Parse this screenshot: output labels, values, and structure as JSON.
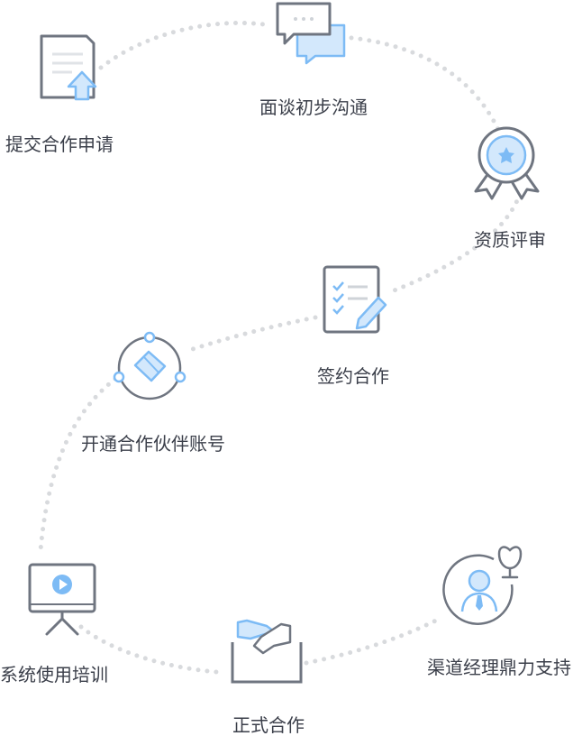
{
  "colors": {
    "stroke": "#6f7580",
    "accent": "#7dbbf5",
    "accent_light": "#d3e8fc",
    "dots": "#d8dadd",
    "text": "#3b3f4a"
  },
  "steps": [
    {
      "label": "提交合作申请",
      "icon": "document-upload-icon"
    },
    {
      "label": "面谈初步沟通",
      "icon": "chat-bubbles-icon"
    },
    {
      "label": "资质评审",
      "icon": "award-medal-icon"
    },
    {
      "label": "签约合作",
      "icon": "contract-sign-icon"
    },
    {
      "label": "开通合作伙伴账号",
      "icon": "handshake-ring-icon"
    },
    {
      "label": "系统使用培训",
      "icon": "presentation-screen-icon"
    },
    {
      "label": "正式合作",
      "icon": "handshake-box-icon"
    },
    {
      "label": "渠道经理鼎力支持",
      "icon": "manager-flower-icon"
    }
  ]
}
